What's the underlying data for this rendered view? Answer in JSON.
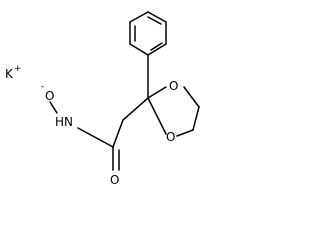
{
  "molecule": {
    "counterion": {
      "symbol": "K",
      "charge": "+"
    },
    "atoms": {
      "hydroxamate_oxygen": {
        "symbol": "O",
        "charge": "-"
      },
      "amide_nitrogen": "HN",
      "carbonyl_oxygen": "O",
      "ring_oxygen_upper": "O",
      "ring_oxygen_lower": "O"
    }
  },
  "colors": {
    "bond": "#000000",
    "label": "#000000",
    "background": "#ffffff"
  }
}
